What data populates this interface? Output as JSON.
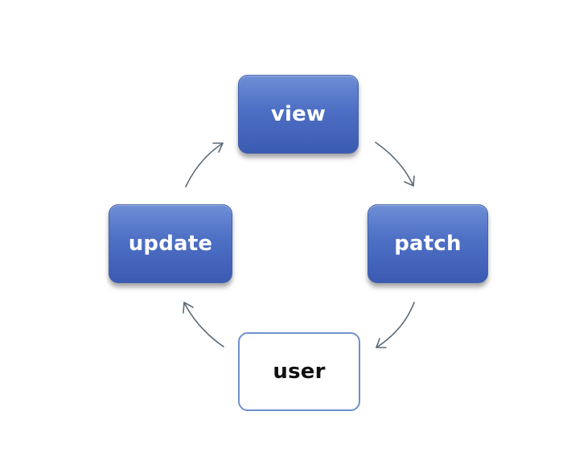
{
  "diagram": {
    "nodes": {
      "view": "view",
      "patch": "patch",
      "user": "user",
      "update": "update"
    },
    "edges": [
      {
        "from": "view",
        "to": "patch"
      },
      {
        "from": "patch",
        "to": "user"
      },
      {
        "from": "user",
        "to": "update"
      },
      {
        "from": "update",
        "to": "view"
      }
    ]
  },
  "colors": {
    "node_fill": "#4d6fc4",
    "node_text": "#ffffff",
    "outline_border": "#6f8fcf",
    "arrow": "#5b6b78"
  }
}
